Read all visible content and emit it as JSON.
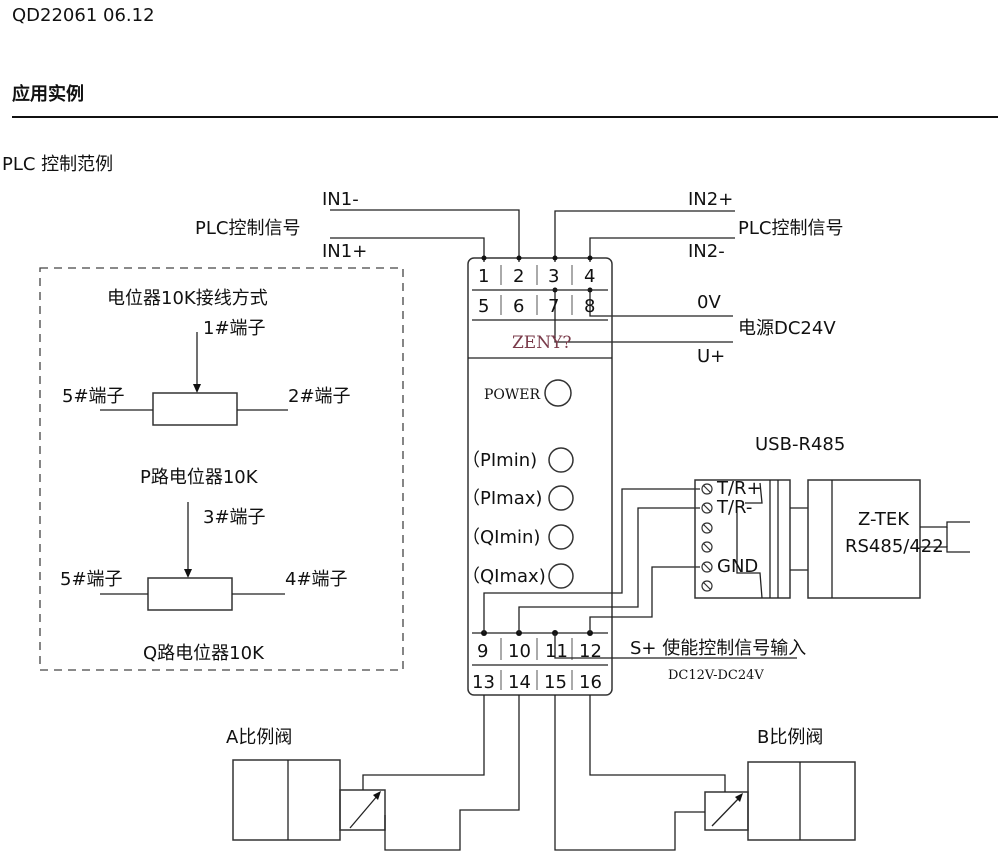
{
  "header": {
    "doc_code": "QD22061 06.12",
    "section_title": "应用实例",
    "subtitle": "PLC 控制范例"
  },
  "inputs": {
    "in1_minus": "IN1-",
    "in1_plus": "IN1+",
    "plc_signal_left": "PLC控制信号",
    "in2_plus": "IN2+",
    "in2_minus": "IN2-",
    "plc_signal_right": "PLC控制信号"
  },
  "power": {
    "zero_v": "0V",
    "supply": "电源DC24V",
    "u_plus": "U+"
  },
  "module": {
    "terminals_top": [
      "1",
      "2",
      "3",
      "4",
      "5",
      "6",
      "7",
      "8"
    ],
    "terminals_bottom": [
      "9",
      "10",
      "11",
      "12",
      "13",
      "14",
      "15",
      "16"
    ],
    "brand": "ZENY?",
    "indicators": [
      "POWER",
      "（PImin)",
      "（PImax)",
      "（QImin)",
      "（QImax)"
    ]
  },
  "potentiometer": {
    "title": "电位器10K接线方式",
    "p_terminal_top": "1#端子",
    "p_left": "5#端子",
    "p_right": "2#端子",
    "p_label": "P路电位器10K",
    "q_terminal_top": "3#端子",
    "q_left": "5#端子",
    "q_right": "4#端子",
    "q_label": "Q路电位器10K"
  },
  "converter": {
    "title": "USB-R485",
    "pins": [
      "T/R+",
      "T/R-",
      "GND"
    ],
    "brand": "Z-TEK",
    "model": "RS485/422"
  },
  "enable": {
    "label": "S+ 使能控制信号输入",
    "range": "DC12V-DC24V"
  },
  "valves": {
    "a": "A比例阀",
    "b": "B比例阀"
  }
}
